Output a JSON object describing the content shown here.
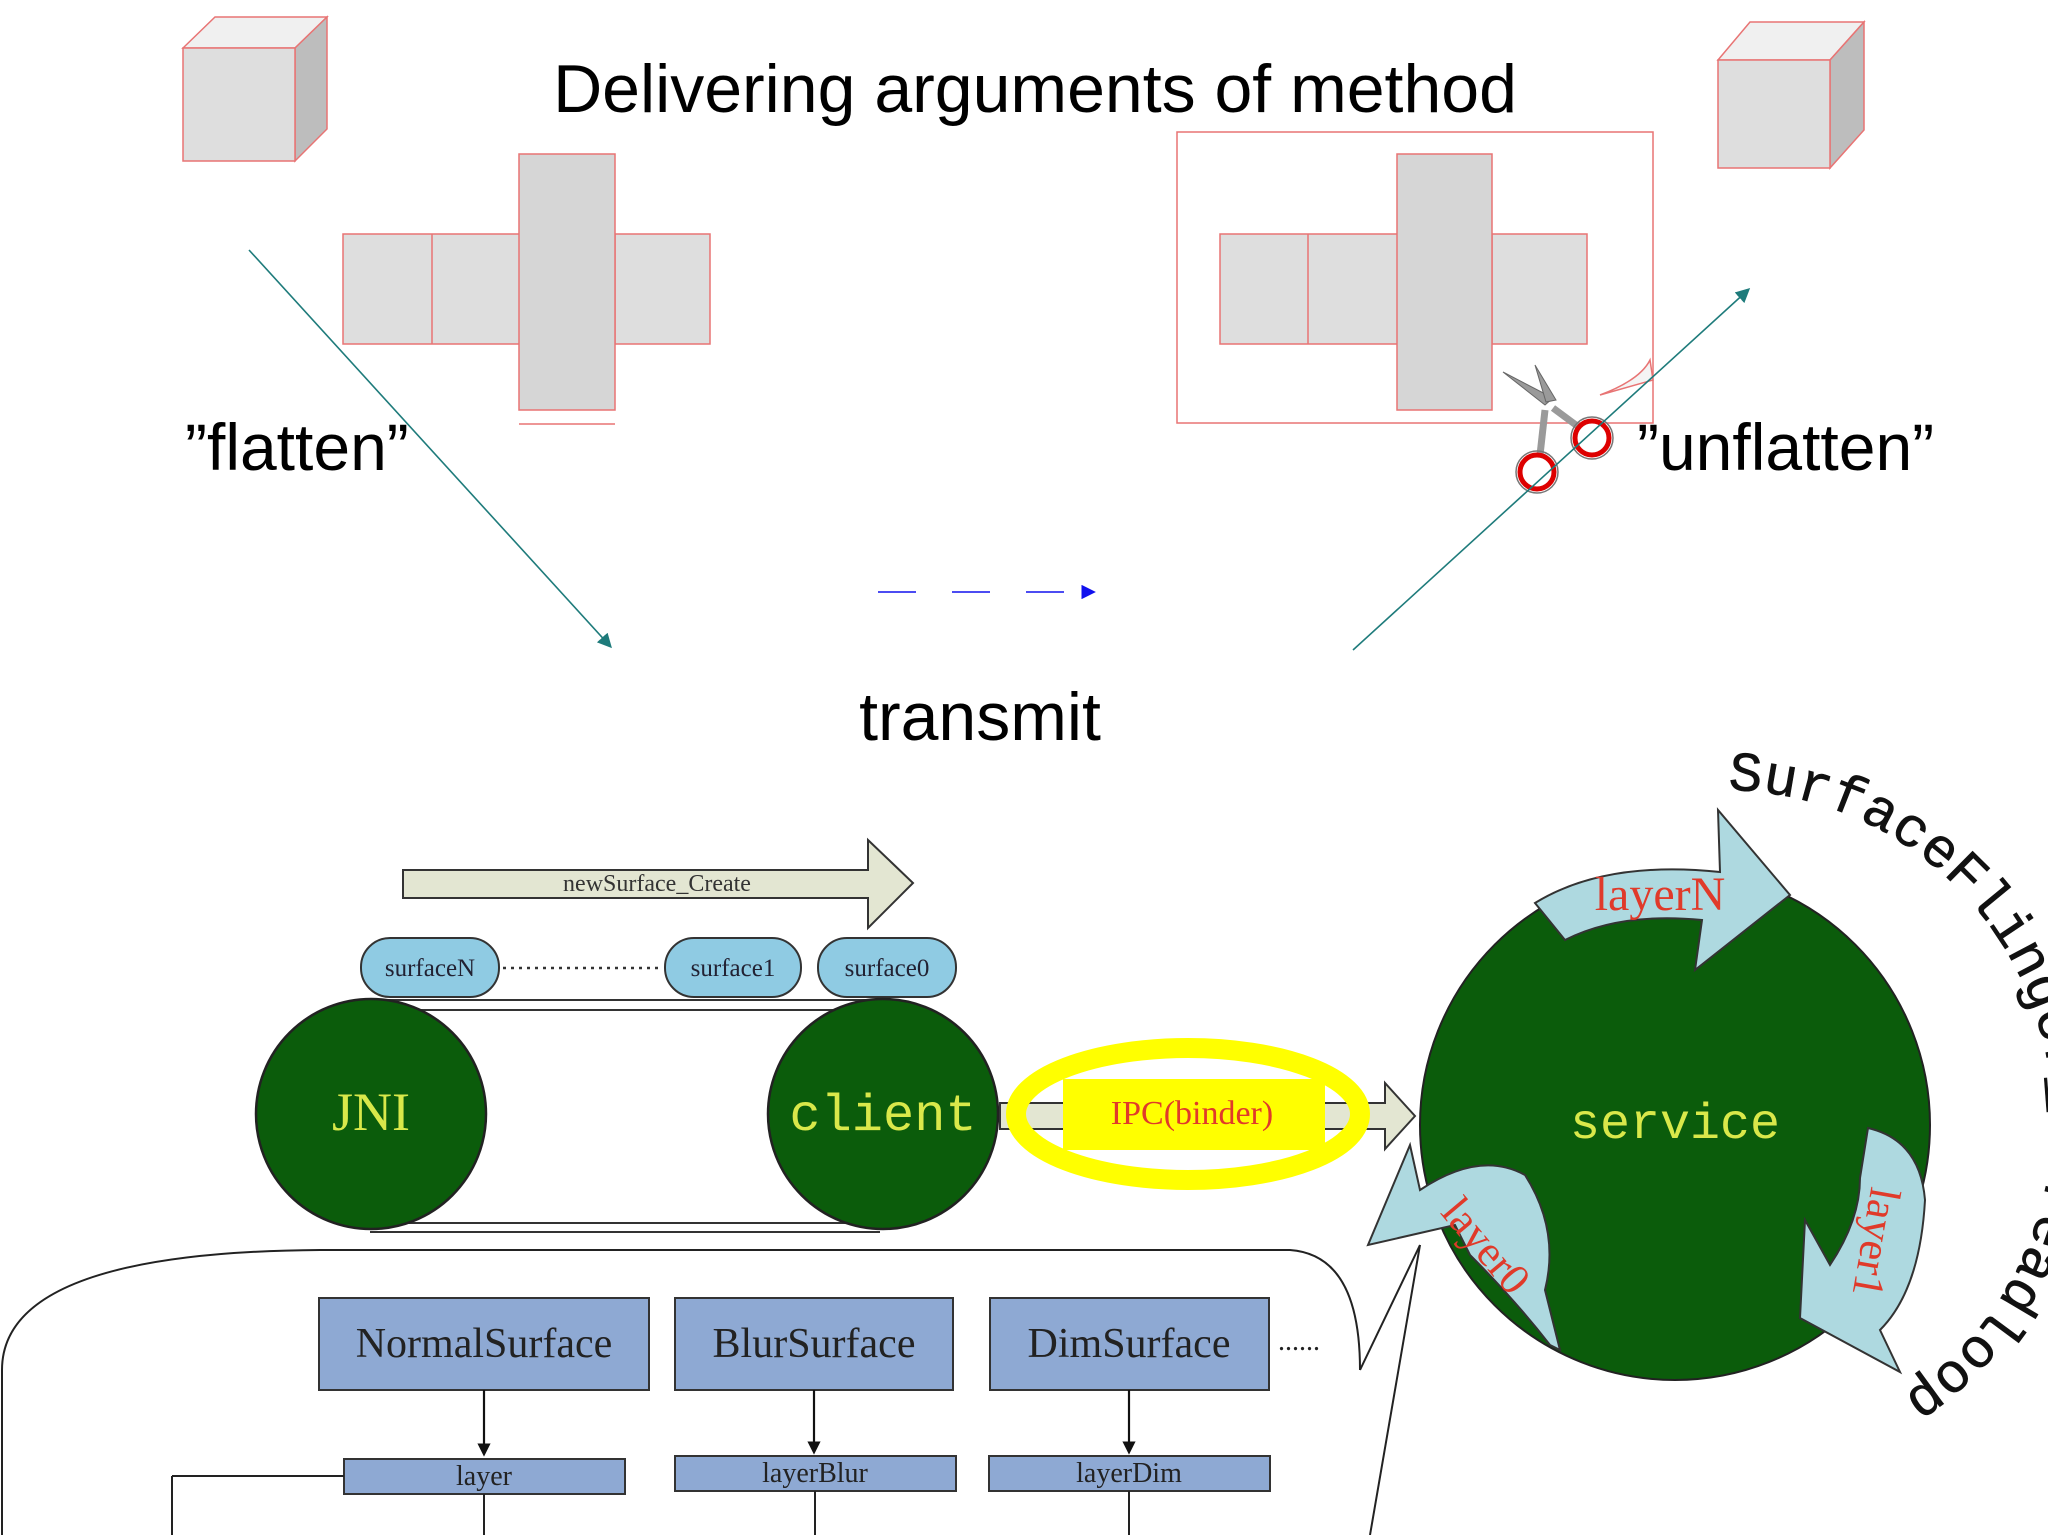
{
  "title": "Delivering arguments of method",
  "labels": {
    "flatten": "”flatten”",
    "unflatten": "”unflatten”",
    "transmit": "transmit"
  },
  "surfaceflinger": {
    "title": "SurfaceFlinger_Threadloop",
    "service": "service",
    "layers": {
      "N": "layerN",
      "one": "layer1",
      "zero": "layer0"
    }
  },
  "pipeline": {
    "arrow_label": "newSurface_Create",
    "surfaces": {
      "N": "surfaceN",
      "one": "surface1",
      "zero": "surface0"
    },
    "jni": "JNI",
    "client": "client",
    "ipc": "IPC(binder)"
  },
  "classes": {
    "normal": "NormalSurface",
    "blur": "BlurSurface",
    "dim": "DimSurface",
    "ellipsis": "......"
  },
  "layer_types": {
    "layer": "layer",
    "blur": "layerBlur",
    "dim": "layerDim"
  },
  "colors": {
    "dark_green": "#0b5c0b",
    "circle_text": "#d9e84a",
    "light_blue_arrow": "#aed9e0",
    "red_text": "#e03a2a",
    "blue_box": "#8ea9d3",
    "teal_arrow": "#1e7b7b",
    "ipc_yellow": "#ffff00",
    "cube_gray": "#dcdcdc",
    "cube_outline": "#e87474"
  }
}
